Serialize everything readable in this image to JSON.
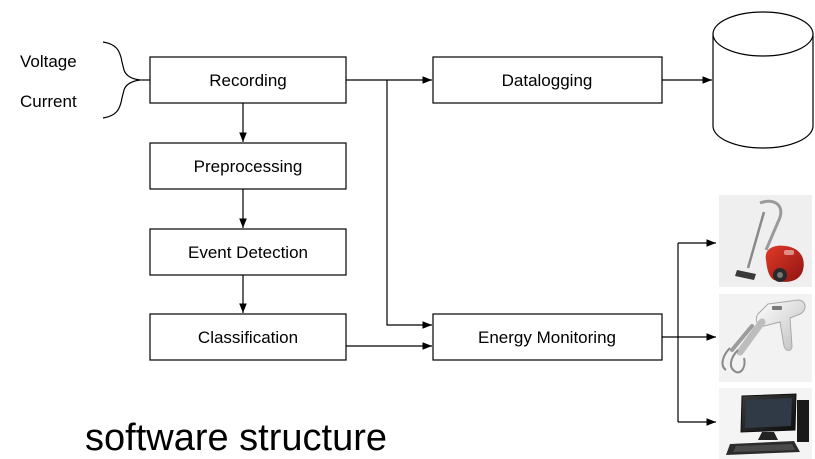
{
  "inputs": [
    "Voltage",
    "Current"
  ],
  "blocks": {
    "recording": "Recording",
    "preprocessing": "Preprocessing",
    "event_detection": "Event Detection",
    "classification": "Classification",
    "datalogging": "Datalogging",
    "energy_monitoring": "Energy Monitoring"
  },
  "storage_icon": "database-cylinder-icon",
  "appliance_icons": [
    "vacuum-cleaner-icon",
    "hand-mixer-icon",
    "desktop-computer-icon"
  ],
  "caption": "software structure"
}
